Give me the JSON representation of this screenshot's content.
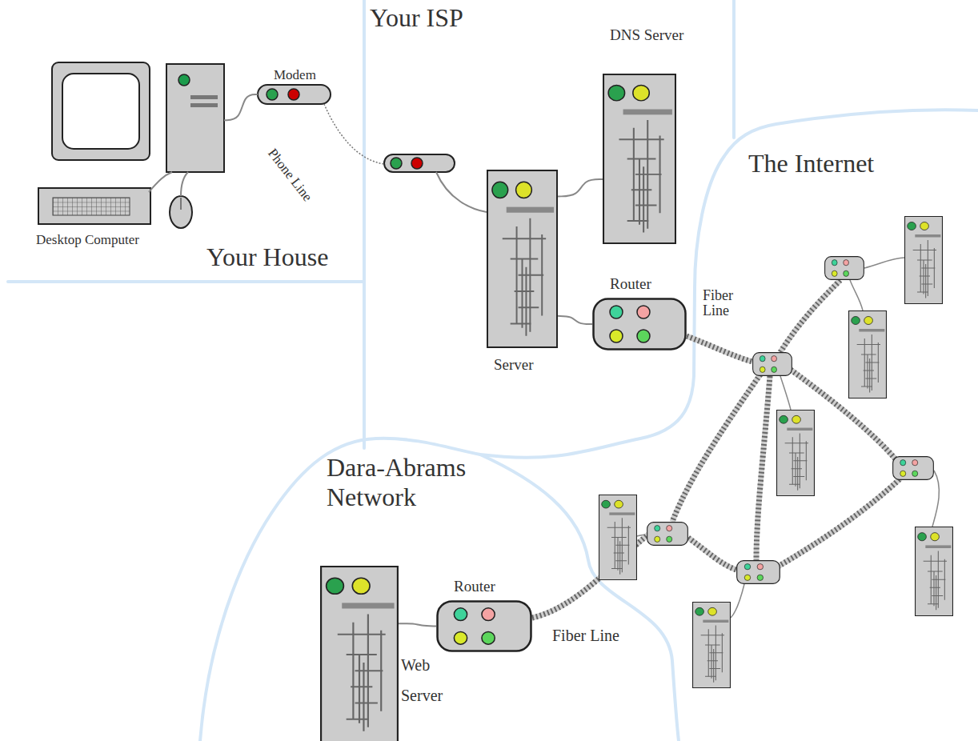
{
  "diagram": {
    "nodes": [
      {
        "text": [
          "Desktop Computer"
        ]
      },
      {
        "text": [
          "Modem"
        ]
      },
      {
        "text": [
          "DNS Server"
        ]
      },
      {
        "text": [
          "Server"
        ]
      },
      {
        "text": [
          "Router"
        ]
      },
      {
        "text": [
          "Router"
        ]
      },
      {
        "text": [
          "Web Server"
        ]
      }
    ],
    "edges": [
      {
        "from": 0,
        "to": 1,
        "arrow": "none"
      },
      {
        "from": 3,
        "to": 2,
        "arrow": "none"
      },
      {
        "from": 3,
        "to": 4,
        "arrow": "none"
      },
      {
        "from": 6,
        "to": 5,
        "arrow": "none"
      }
    ],
    "labels": [
      "Your ISP",
      "Your House",
      "The Internet",
      "Dara-Abrams Network",
      "Phone Line",
      "Fiber Line",
      "Fiber Line"
    ]
  }
}
